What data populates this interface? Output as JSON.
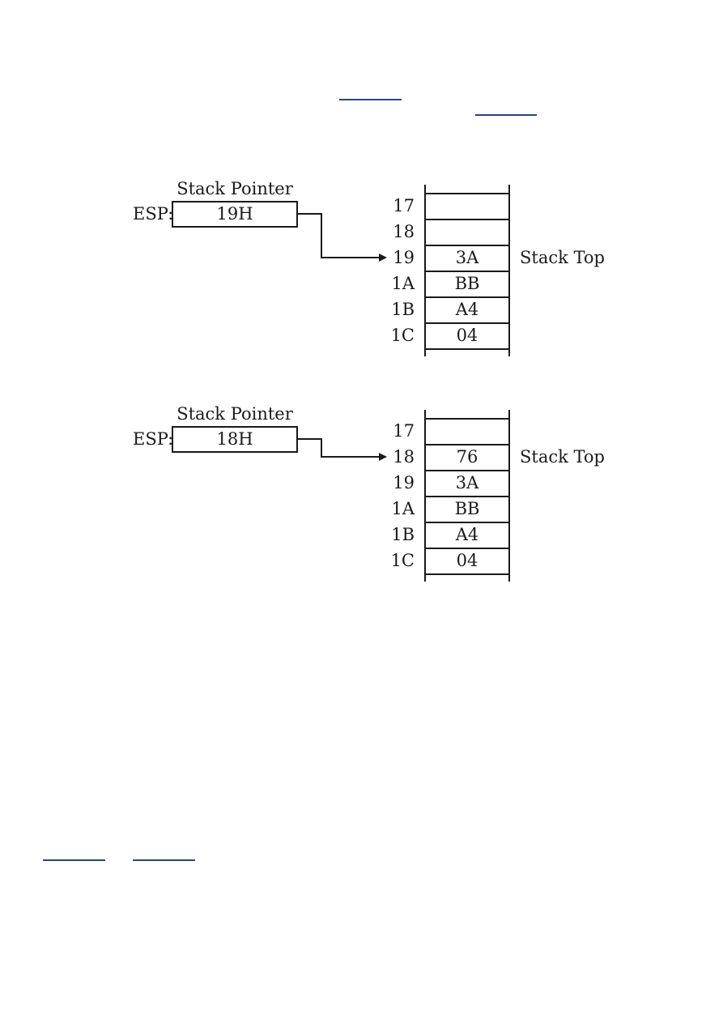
{
  "page": {
    "kind": "scanned textbook figure page",
    "background": "#ffffff"
  },
  "colors": {
    "ink": "#1a1a1a",
    "link_rule": "#2f4377"
  },
  "diagrams": [
    {
      "title": "Stack Pointer",
      "register_name": "ESP:",
      "register_value": "19H",
      "stack_top_label": "Stack Top",
      "stack_top_addr": "19",
      "rows": [
        {
          "addr": "17",
          "value": ""
        },
        {
          "addr": "18",
          "value": ""
        },
        {
          "addr": "19",
          "value": "3A"
        },
        {
          "addr": "1A",
          "value": "BB"
        },
        {
          "addr": "1B",
          "value": "A4"
        },
        {
          "addr": "1C",
          "value": "04"
        }
      ]
    },
    {
      "title": "Stack Pointer",
      "register_name": "ESP:",
      "register_value": "18H",
      "stack_top_label": "Stack Top",
      "stack_top_addr": "18",
      "rows": [
        {
          "addr": "17",
          "value": ""
        },
        {
          "addr": "18",
          "value": "76"
        },
        {
          "addr": "19",
          "value": "3A"
        },
        {
          "addr": "1A",
          "value": "BB"
        },
        {
          "addr": "1B",
          "value": "A4"
        },
        {
          "addr": "1C",
          "value": "04"
        }
      ]
    }
  ]
}
